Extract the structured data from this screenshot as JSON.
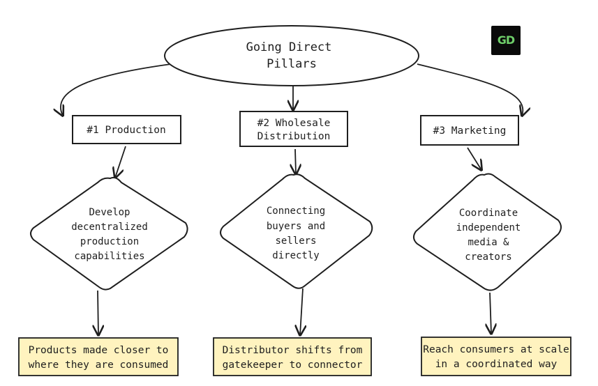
{
  "root": {
    "lines": [
      "Going Direct",
      "Pillars"
    ]
  },
  "logo": {
    "text": "GD",
    "bg": "#0a0a0a",
    "color": "#6fcf6a"
  },
  "colors": {
    "stroke": "#1e1e1e",
    "note_fill": "#fff3bf",
    "background": "#ffffff"
  },
  "pillars": [
    {
      "heading": [
        "#1 Production"
      ],
      "decision": [
        "Develop",
        "decentralized",
        "production",
        "capabilities"
      ],
      "outcome": [
        "Products made closer to",
        "where they are consumed"
      ]
    },
    {
      "heading": [
        "#2 Wholesale",
        "Distribution"
      ],
      "decision": [
        "Connecting",
        "buyers and",
        "sellers",
        "directly"
      ],
      "outcome": [
        "Distributor shifts from",
        "gatekeeper to connector"
      ]
    },
    {
      "heading": [
        "#3 Marketing"
      ],
      "decision": [
        "Coordinate",
        "independent",
        "media &",
        "creators"
      ],
      "outcome": [
        "Reach consumers at scale",
        "in a coordinated way"
      ]
    }
  ]
}
